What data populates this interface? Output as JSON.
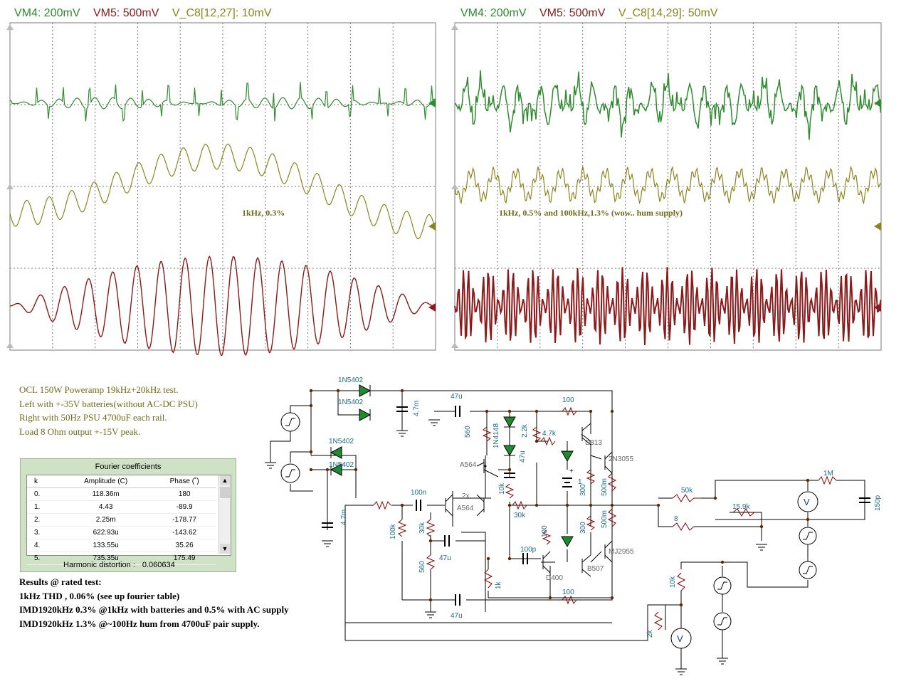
{
  "left_scope": {
    "header": [
      {
        "text": "VM4: 200mV",
        "color": "#2e8b2e"
      },
      {
        "text": "VM5: 500mV",
        "color": "#8b1a1a"
      },
      {
        "text": "V_C8[12,27]: 10mV",
        "color": "#8a8520"
      }
    ],
    "note": "1kHz, 0.3%"
  },
  "right_scope": {
    "header": [
      {
        "text": "VM4: 200mV",
        "color": "#2e8b2e"
      },
      {
        "text": "VM5: 500mV",
        "color": "#8b1a1a"
      },
      {
        "text": "V_C8[14,29]: 50mV",
        "color": "#8a8520"
      }
    ],
    "note": "1kHz, 0.5%  and  100kHz,1.3%  (wow.. hum supply)"
  },
  "notes": [
    "OCL 150W Poweramp 19kHz+20kHz test.",
    "Left with +-35V batteries(without AC-DC PSU)",
    "Right with 50Hz PSU 4700uF each rail.",
    "Load 8 Ohm output +-15V peak."
  ],
  "fourier": {
    "title": "Fourier coefficients",
    "columns": [
      "k",
      "Amplitude (C)",
      "Phase (˚)"
    ],
    "rows": [
      [
        "0.",
        "118.36m",
        "180"
      ],
      [
        "1.",
        "4.43",
        "-89.9"
      ],
      [
        "2.",
        "2.25m",
        "-178.77"
      ],
      [
        "3.",
        "622.93u",
        "-143.62"
      ],
      [
        "4.",
        "133.55u",
        "35.26"
      ],
      [
        "5.",
        "735.35u",
        "175.49"
      ]
    ],
    "hd_label": "Harmonic distortion :",
    "hd_value": "0.060634"
  },
  "results": [
    "Results @ rated test:",
    "1kHz THD , 0.06% (see up fourier table)",
    "IMD1920kHz 0.3% @1kHz with batteries and 0.5% with AC supply",
    "IMD1920kHz 1.3% @~100Hz hum from 4700uF pair supply."
  ],
  "circuit_labels": {
    "d1": "1N5402",
    "d2": "1N5402",
    "d3": "1N5402",
    "d4": "1N5402",
    "c_47u_top": "47u",
    "c_4700_top": "4.7m",
    "c_4700_bot": "4.7m",
    "r100_top": "100",
    "r560": "560",
    "d1n4148": "1N4148",
    "r2k2": "2.2k",
    "r4k7": "4.7k",
    "q_d313": "D313",
    "q_2n3055": "2N3055",
    "c47u_mid": "47u",
    "q_a564_1": "A564",
    "q_a564_2": "A564",
    "x2": "2x",
    "c100n": "100n",
    "r100k": "100k",
    "r30k_a": "30k",
    "r10k": "10k",
    "r30k_b": "30k",
    "r1": "1",
    "r300_a": "300",
    "r500m_a": "500m",
    "r300_b": "300",
    "r500m_b": "500m",
    "r100_mid": "100",
    "c100p": "100p",
    "q_d400": "D400",
    "q_b507": "B507",
    "q_mj2955": "MJ2955",
    "r560_b": "560",
    "c47u_b": "47u",
    "r1k": "1k",
    "r100_bot": "100",
    "c47u_bot": "47u",
    "r50k": "50k",
    "r15k9": "15.9k",
    "r8": "8",
    "r1m": "1M",
    "c150p": "150p",
    "r10k_b": "10k",
    "r2k": "2k",
    "vm_sym": "V",
    "plus": "+"
  }
}
